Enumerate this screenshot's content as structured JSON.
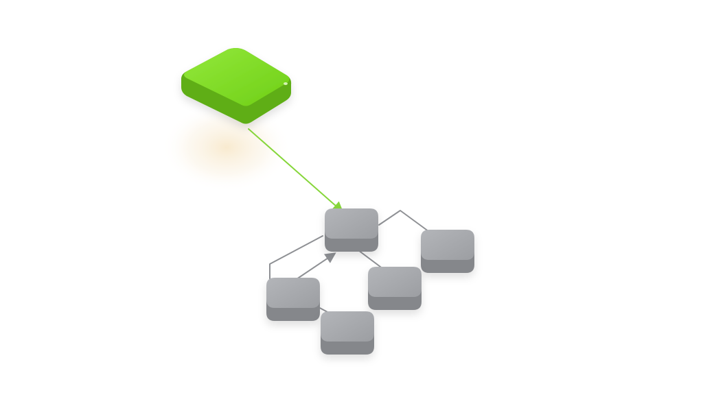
{
  "diagram": {
    "nodes": [
      {
        "id": "source",
        "role": "source",
        "color": "#7ed321"
      },
      {
        "id": "hub",
        "role": "target",
        "color": "#a4a6aa"
      },
      {
        "id": "right",
        "role": "child",
        "color": "#a4a6aa"
      },
      {
        "id": "middle",
        "role": "child",
        "color": "#a4a6aa"
      },
      {
        "id": "left",
        "role": "child",
        "color": "#a4a6aa"
      },
      {
        "id": "bottom",
        "role": "child",
        "color": "#a4a6aa"
      }
    ],
    "edges": [
      {
        "from": "source",
        "to": "hub",
        "arrow": true,
        "color": "#86d63a"
      },
      {
        "from": "hub",
        "to": "right",
        "arrow": false,
        "color": "#8e9094"
      },
      {
        "from": "hub",
        "to": "middle",
        "arrow": false,
        "color": "#8e9094"
      },
      {
        "from": "left",
        "to": "hub",
        "arrow": true,
        "color": "#8e9094"
      },
      {
        "from": "left",
        "to": "hub",
        "arrow": false,
        "color": "#8e9094"
      },
      {
        "from": "left",
        "to": "bottom",
        "arrow": false,
        "color": "#8e9094"
      }
    ]
  }
}
